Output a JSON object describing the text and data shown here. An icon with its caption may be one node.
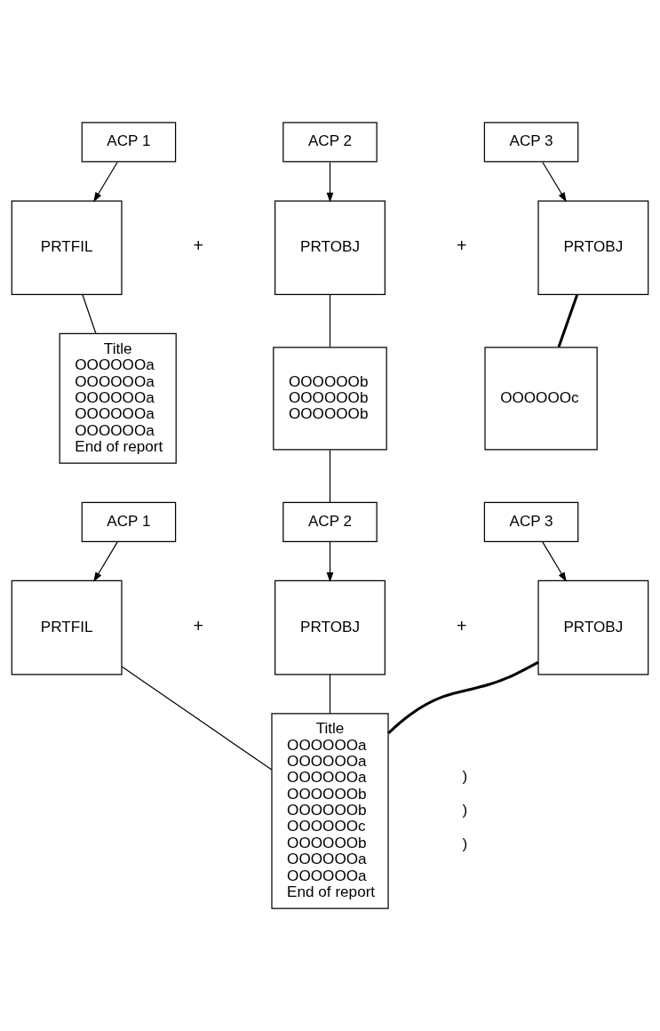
{
  "diagram": {
    "nodes": [
      {
        "text": [
          "ACP 1"
        ]
      },
      {
        "text": [
          "ACP 2"
        ]
      },
      {
        "text": [
          "ACP 3"
        ]
      },
      {
        "text": [
          "PRTFIL"
        ]
      },
      {
        "text": [
          "PRTOBJ"
        ]
      },
      {
        "text": [
          "PRTOBJ"
        ]
      },
      {
        "text": [
          "Title",
          "OOOOOOa",
          "OOOOOOa",
          "OOOOOOa",
          "OOOOOOa",
          "OOOOOOa",
          "End of report"
        ]
      },
      {
        "text": [
          "OOOOOOb",
          "OOOOOOb",
          "OOOOOOb"
        ]
      },
      {
        "text": [
          "OOOOOOc"
        ]
      },
      {
        "text": [
          "ACP 1"
        ]
      },
      {
        "text": [
          "ACP 2"
        ]
      },
      {
        "text": [
          "ACP 3"
        ]
      },
      {
        "text": [
          "PRTFIL"
        ]
      },
      {
        "text": [
          "PRTOBJ"
        ]
      },
      {
        "text": [
          "PRTOBJ"
        ]
      },
      {
        "text": [
          "Title",
          "OOOOOOa",
          "OOOOOOa",
          "OOOOOOa",
          "OOOOOOb",
          "OOOOOOb",
          "OOOOOOc",
          "OOOOOOb",
          "OOOOOOa",
          "OOOOOOa",
          "End of report"
        ],
        "beside": [
          ")",
          ")",
          ")"
        ]
      }
    ],
    "edges": [
      {
        "from": 0,
        "to": 3,
        "arrow": "to"
      },
      {
        "from": 1,
        "to": 4,
        "arrow": "to"
      },
      {
        "from": 2,
        "to": 5,
        "arrow": "to"
      },
      {
        "from": 3,
        "to": 6,
        "arrow": "none"
      },
      {
        "from": 4,
        "to": 7,
        "arrow": "none"
      },
      {
        "from": 5,
        "to": 8,
        "arrow": "none",
        "style": "thick"
      },
      {
        "from": 7,
        "to": 10,
        "arrow": "none"
      },
      {
        "from": 9,
        "to": 12,
        "arrow": "to"
      },
      {
        "from": 10,
        "to": 13,
        "arrow": "to"
      },
      {
        "from": 11,
        "to": 14,
        "arrow": "to"
      },
      {
        "from": 12,
        "to": 15,
        "arrow": "none"
      },
      {
        "from": 13,
        "to": 15,
        "arrow": "none"
      },
      {
        "from": 14,
        "to": 15,
        "arrow": "none",
        "style": "thick"
      }
    ],
    "labels": [
      "+",
      "+",
      "+",
      "+"
    ]
  }
}
